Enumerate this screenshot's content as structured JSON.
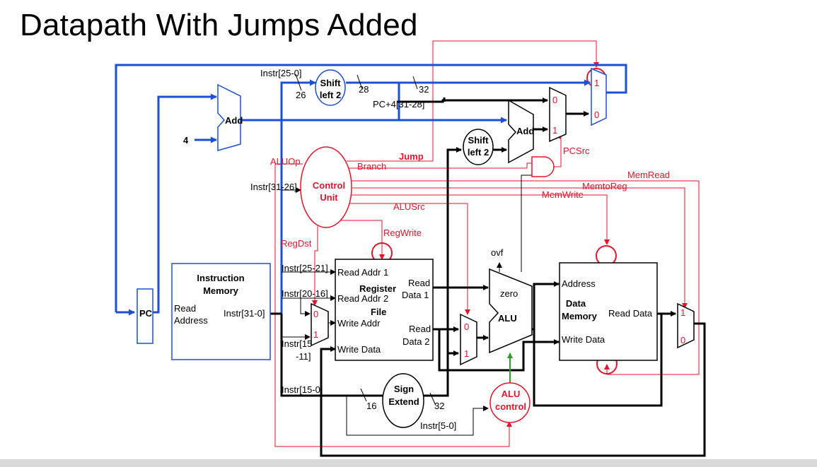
{
  "title": "Datapath With Jumps Added",
  "colors": {
    "control": "#e8132b",
    "pc_path": "#1a4fd6",
    "data": "#000000",
    "alu_ctrl_wire": "#2a9d2a"
  },
  "labels": {
    "instr_25_0": "Instr[25-0]",
    "width_26": "26",
    "width_28": "28",
    "width_32a": "32",
    "pc4_31_28": "PC+4[31-28]",
    "shift_left2_a_l1": "Shift",
    "shift_left2_a_l2": "left 2",
    "add_top": "Add",
    "const_4": "4",
    "add_right": "Add",
    "shift_left2_b_l1": "Shift",
    "shift_left2_b_l2": "left 2",
    "mux_jump_0": "0",
    "mux_jump_1": "1",
    "mux_branch_0": "0",
    "mux_branch_1": "1",
    "pcsrc": "PCSrc",
    "jump": "Jump",
    "branch": "Branch",
    "aluop": "ALUOp",
    "control_l1": "Control",
    "control_l2": "Unit",
    "instr_31_26": "Instr[31-26]",
    "memread": "MemRead",
    "memtoreg": "MemtoReg",
    "memwrite": "MemWrite",
    "alusrc": "ALUSrc",
    "regwrite": "RegWrite",
    "regdst": "RegDst",
    "ovf": "ovf",
    "imem_l1": "Instruction",
    "imem_l2": "Memory",
    "read_address_l1": "Read",
    "read_address_l2": "Address",
    "instr_31_0": "Instr[31-0]",
    "pc": "PC",
    "instr_25_21": "Instr[25-21]",
    "instr_20_16": "Instr[20-16]",
    "instr_15_11_l1": "Instr[15",
    "instr_15_11_l2": "-11]",
    "mux_regdst_0": "0",
    "mux_regdst_1": "1",
    "read_addr_1": "Read Addr 1",
    "read_addr_2": "Read Addr 2",
    "register_l1": "Register",
    "register_l2": "File",
    "read_data1_l1": "Read",
    "read_data1_l2": "Data 1",
    "read_data2_l1": "Read",
    "read_data2_l2": "Data 2",
    "write_addr": "Write Addr",
    "write_data": "Write Data",
    "mux_alusrc_0": "0",
    "mux_alusrc_1": "1",
    "zero": "zero",
    "alu": "ALU",
    "address": "Address",
    "dmem_l1": "Data",
    "dmem_l2": "Memory",
    "dmem_read_data": "Read Data",
    "dmem_write_data": "Write Data",
    "mux_mem_1": "1",
    "mux_mem_0": "0",
    "instr_15_0": "Instr[15-0]",
    "width_16": "16",
    "sign_l1": "Sign",
    "sign_l2": "Extend",
    "width_32b": "32",
    "aluctl_l1": "ALU",
    "aluctl_l2": "control",
    "instr_5_0": "Instr[5-0]"
  }
}
